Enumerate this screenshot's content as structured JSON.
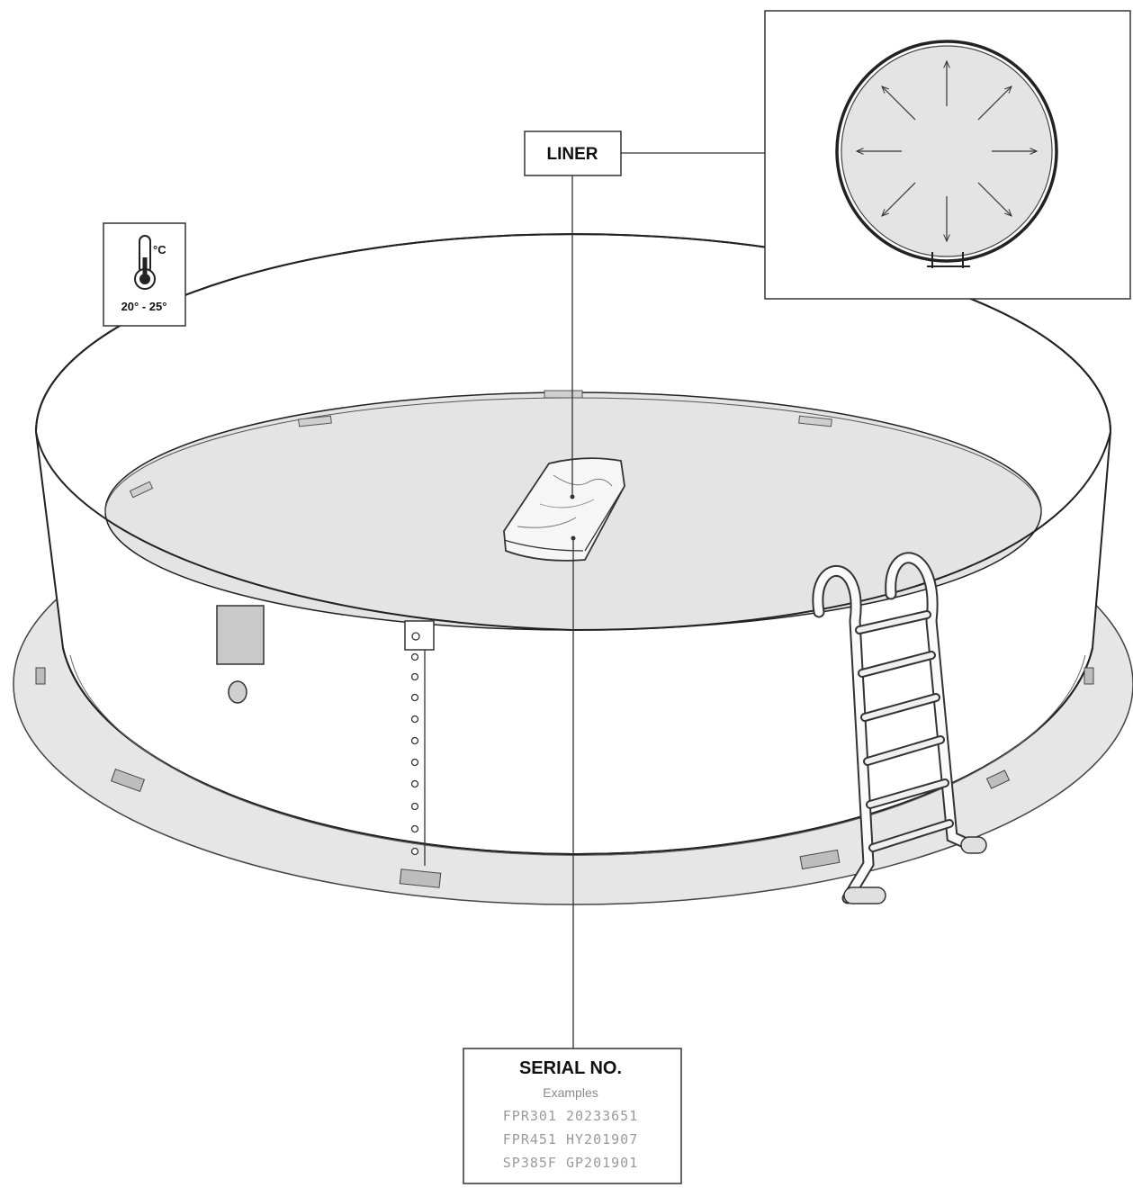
{
  "liner_label": "LINER",
  "temperature": {
    "unit": "°C",
    "range": "20° - 25°",
    "icon": "thermometer-icon"
  },
  "serial": {
    "title": "SERIAL NO.",
    "subtitle": "Examples",
    "examples": [
      "FPR301 20233651",
      "FPR451 HY201907",
      "SP385F GP201901"
    ]
  }
}
